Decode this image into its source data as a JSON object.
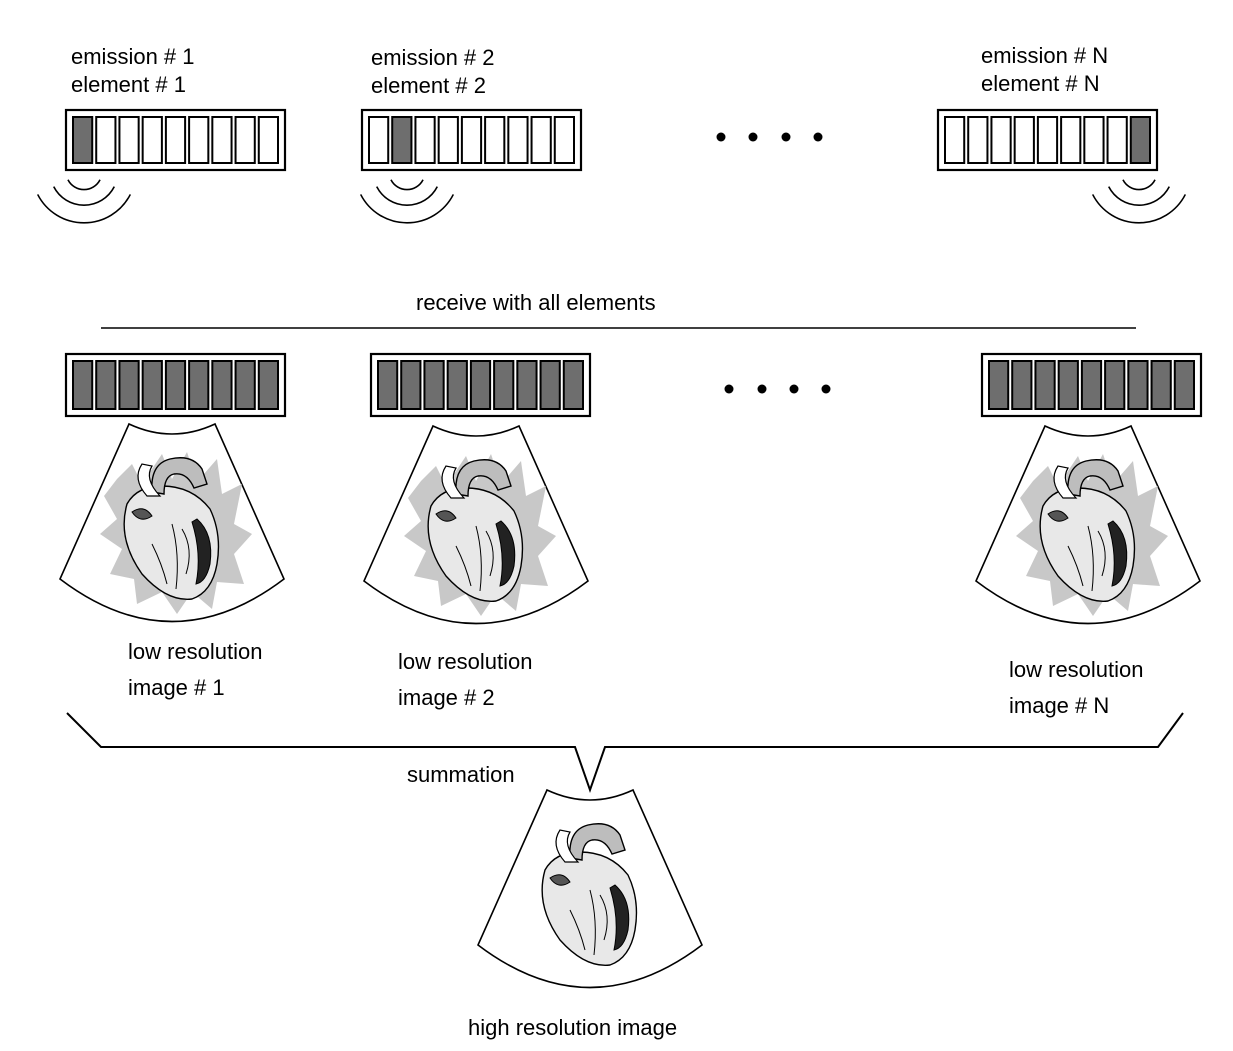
{
  "emissions": [
    {
      "emission_label": "emission # 1",
      "element_label": "element # 1",
      "active_element": 1
    },
    {
      "emission_label": "emission # 2",
      "element_label": "element # 2",
      "active_element": 2
    },
    {
      "emission_label": "emission # N",
      "element_label": "element # N",
      "active_element": 9
    }
  ],
  "elements_per_array": 9,
  "receive_label": "receive with all elements",
  "low_res_images": [
    {
      "line1": "low resolution",
      "line2": "image # 1"
    },
    {
      "line1": "low resolution",
      "line2": "image # 2"
    },
    {
      "line1": "low resolution",
      "line2": "image # N"
    }
  ],
  "summation_label": "summation",
  "high_res_label": "high resolution image",
  "colors": {
    "active_element": "#6e6e6e",
    "halo": "#c8c8c8",
    "line": "#000000"
  }
}
